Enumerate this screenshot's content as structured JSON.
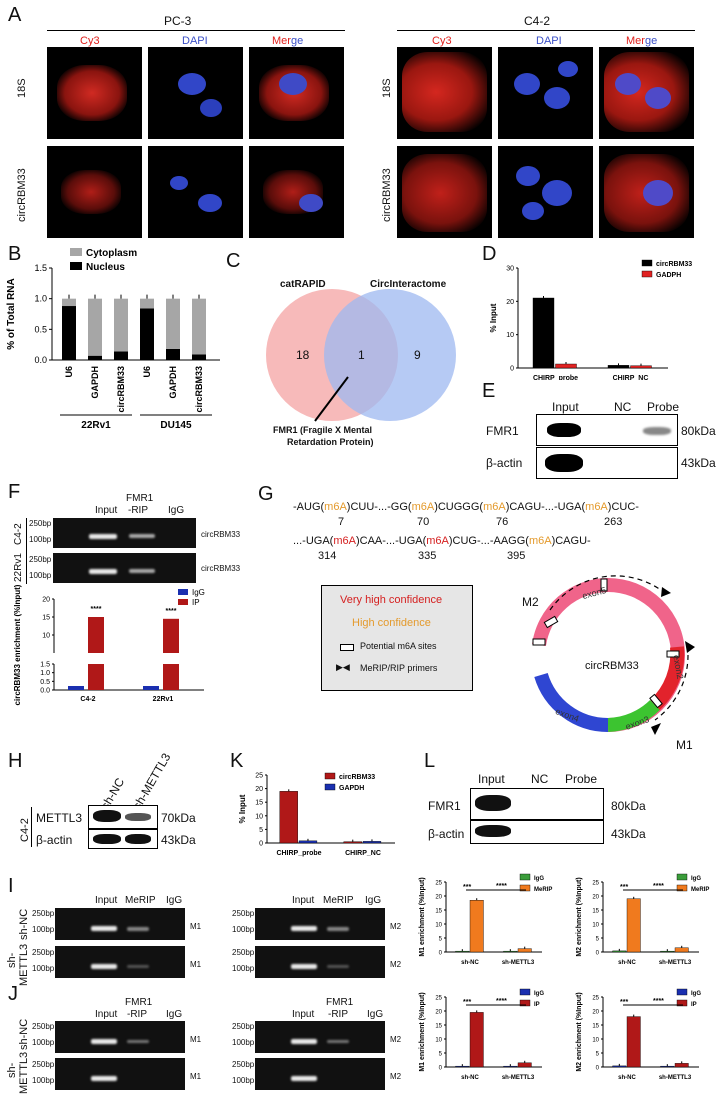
{
  "panels": {
    "A": "A",
    "B": "B",
    "C": "C",
    "D": "D",
    "E": "E",
    "F": "F",
    "G": "G",
    "H": "H",
    "K": "K",
    "L": "L",
    "I": "I",
    "J": "J"
  },
  "A": {
    "left_title": "PC-3",
    "right_title": "C4-2",
    "cols": [
      "Cy3",
      "DAPI",
      "Merge"
    ],
    "rows": [
      "18S",
      "circRBM33"
    ],
    "colors": {
      "cy3": "#e0201c",
      "dapi": "#3a4fc7",
      "merge_cy": "#e0201c",
      "merge_ge": "#3a4fc7"
    }
  },
  "B": {
    "chart_data": {
      "type": "bar",
      "categories": [
        "U6",
        "GAPDH",
        "circRBM33",
        "U6",
        "GAPDH",
        "circRBM33"
      ],
      "groups": [
        "22Rv1",
        "DU145"
      ],
      "series": [
        {
          "name": "Cytoplasm",
          "values": [
            0.12,
            0.93,
            0.86,
            0.16,
            0.82,
            0.91
          ]
        },
        {
          "name": "Nucleus",
          "values": [
            0.88,
            0.07,
            0.14,
            0.84,
            0.18,
            0.09
          ]
        }
      ],
      "ylabel": "% of Total RNA",
      "ylim": [
        0,
        1.5
      ],
      "yticks": [
        "0.0",
        "0.5",
        "1.0",
        "1.5"
      ]
    }
  },
  "C": {
    "left": "catRAPID",
    "right": "CircInteractome",
    "left_n": "18",
    "mid_n": "1",
    "right_n": "9",
    "note1": "FMR1 (Fragile X Mental",
    "note2": "Retardation Protein)"
  },
  "D": {
    "chart_data": {
      "type": "bar",
      "categories": [
        "CHIRP_probe",
        "CHIRP_NC"
      ],
      "series": [
        {
          "name": "circRBM33",
          "values": [
            21,
            0.8
          ]
        },
        {
          "name": "GADPH",
          "values": [
            1.2,
            0.7
          ]
        }
      ],
      "ylabel": "% Input",
      "ylim": [
        0,
        30
      ],
      "yticks": [
        "0",
        "10",
        "20",
        "30"
      ]
    }
  },
  "E": {
    "headers": [
      "Input",
      "NC",
      "Probe"
    ],
    "rows": [
      "FMR1",
      "β-actin"
    ],
    "sizes": [
      "80kDa",
      "43kDa"
    ]
  },
  "F": {
    "headers": [
      "Input",
      "FMR1",
      "-RIP",
      "IgG"
    ],
    "rows": [
      "C4-2",
      "22Rv1"
    ],
    "ladder": [
      "250bp",
      "100bp"
    ],
    "band_label": "circRBM33",
    "chart_data": {
      "type": "bar",
      "categories": [
        "C4-2",
        "22Rv1"
      ],
      "series": [
        {
          "name": "IgG",
          "values": [
            0.1,
            0.1
          ]
        },
        {
          "name": "IP",
          "values": [
            15,
            14.5
          ]
        }
      ],
      "ylabel": "circRBM33 enrichment (%Input)",
      "yticks": [
        "0.0",
        "0.5",
        "1.0",
        "1.5",
        "10",
        "15",
        "20"
      ],
      "stars": "****"
    }
  },
  "G": {
    "seq1": [
      "-AUG(",
      "m6A",
      ")CUU-...-GG(",
      "m6A",
      ")CUGGG(",
      "m6A",
      ")CAGU-...-UGA(",
      "m6A",
      ")CUC-"
    ],
    "pos1": [
      "7",
      "70",
      "76",
      "263"
    ],
    "seq2": [
      "...-UGA(",
      "m6A",
      ")CAA-...-UGA(",
      "m6A",
      ")CUG-...-AAGG(",
      "m6A",
      ")CAGU-"
    ],
    "pos2": [
      "314",
      "335",
      "395"
    ],
    "legend": [
      "Very high confidence",
      "High confidence",
      "Potential m6A sites",
      "MeRIP/RIP primers"
    ],
    "circle": "circRBM33",
    "exons": [
      "exon5",
      "exon2",
      "exon3",
      "exon4"
    ],
    "primers": [
      "M2",
      "M1"
    ]
  },
  "H": {
    "cell": "C4-2",
    "lanes": [
      "sh-NC",
      "sh-METTL3"
    ],
    "rows": [
      "METTL3",
      "β-actin"
    ],
    "sizes": [
      "70kDa",
      "43kDa"
    ]
  },
  "K": {
    "chart_data": {
      "type": "bar",
      "categories": [
        "CHIRP_probe",
        "CHIRP_NC"
      ],
      "series": [
        {
          "name": "circRBM33",
          "values": [
            19,
            0.5
          ]
        },
        {
          "name": "GAPDH",
          "values": [
            0.8,
            0.6
          ]
        }
      ],
      "ylabel": "% Input",
      "ylim": [
        0,
        25
      ],
      "yticks": [
        "0",
        "5",
        "10",
        "15",
        "20",
        "25"
      ]
    }
  },
  "L": {
    "headers": [
      "Input",
      "NC",
      "Probe"
    ],
    "rows": [
      "FMR1",
      "β-actin"
    ],
    "sizes": [
      "80kDa",
      "43kDa"
    ]
  },
  "I": {
    "headers": [
      "Input",
      "MeRIP",
      "IgG"
    ],
    "rows": [
      "sh-NC",
      "sh-METTL3"
    ],
    "row2a": "sh-",
    "row2b": "METTL3",
    "ladder": [
      "250bp",
      "100bp"
    ],
    "m": [
      "M1",
      "M2"
    ],
    "chart_m1": {
      "type": "bar",
      "categories": [
        "sh-NC",
        "sh-METTL3"
      ],
      "series": [
        {
          "name": "IgG",
          "values": [
            0.3,
            0.3
          ]
        },
        {
          "name": "MeRIP",
          "values": [
            18.5,
            1.2
          ]
        }
      ],
      "ylabel": "M1 enrichment (%Input)",
      "ylim": [
        0,
        25
      ]
    },
    "chart_m2": {
      "type": "bar",
      "categories": [
        "sh-NC",
        "sh-METTL3"
      ],
      "series": [
        {
          "name": "IgG",
          "values": [
            0.4,
            0.3
          ]
        },
        {
          "name": "MeRIP",
          "values": [
            19,
            1.5
          ]
        }
      ],
      "ylabel": "M2 enrichment (%Input)",
      "ylim": [
        0,
        25
      ]
    }
  },
  "J": {
    "headers": [
      "Input",
      "FMR1",
      "-RIP",
      "IgG"
    ],
    "rows": [
      "sh-NC",
      "sh-METTL3"
    ],
    "m": [
      "M1",
      "M2"
    ],
    "chart_m1": {
      "type": "bar",
      "categories": [
        "sh-NC",
        "sh-METTL3"
      ],
      "series": [
        {
          "name": "IgG",
          "values": [
            0.3,
            0.3
          ]
        },
        {
          "name": "IP",
          "values": [
            19.5,
            1.5
          ]
        }
      ],
      "ylabel": "M1 enrichment (%Input)",
      "ylim": [
        0,
        25
      ]
    },
    "chart_m2": {
      "type": "bar",
      "categories": [
        "sh-NC",
        "sh-METTL3"
      ],
      "series": [
        {
          "name": "IgG",
          "values": [
            0.4,
            0.3
          ]
        },
        {
          "name": "IP",
          "values": [
            18,
            1.3
          ]
        }
      ],
      "ylabel": "M2 enrichment (%Input)",
      "ylim": [
        0,
        25
      ]
    }
  },
  "stats": {
    "s3": "***",
    "s4": "****"
  },
  "ticks25": [
    "0",
    "5",
    "10",
    "15",
    "20",
    "25"
  ]
}
